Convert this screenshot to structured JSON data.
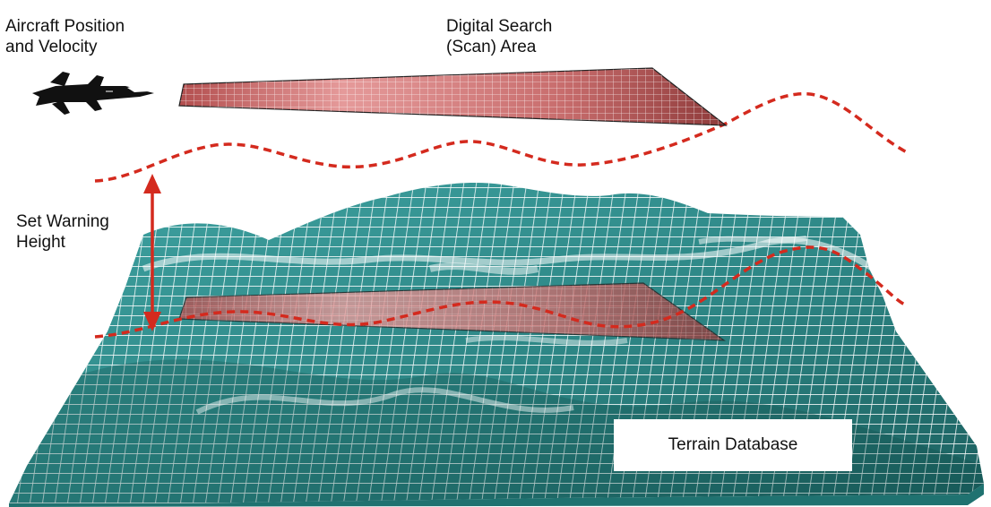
{
  "labels": {
    "aircraft_line1": "Aircraft Position",
    "aircraft_line2": "and Velocity",
    "search_line1": "Digital Search",
    "search_line2": "(Scan) Area",
    "warning_line1": "Set Warning",
    "warning_line2": "Height",
    "terrain": "Terrain Database"
  },
  "colors": {
    "terrain": "#3a9a9a",
    "terrain_dark": "#1f6f6e",
    "mesh": "#ffffff",
    "scan_area": "#c96a6a",
    "warning_line": "#d42a1e",
    "aircraft": "#111111"
  },
  "icons": {
    "aircraft": "fighter-jet-icon",
    "arrow": "double-arrow-icon"
  }
}
